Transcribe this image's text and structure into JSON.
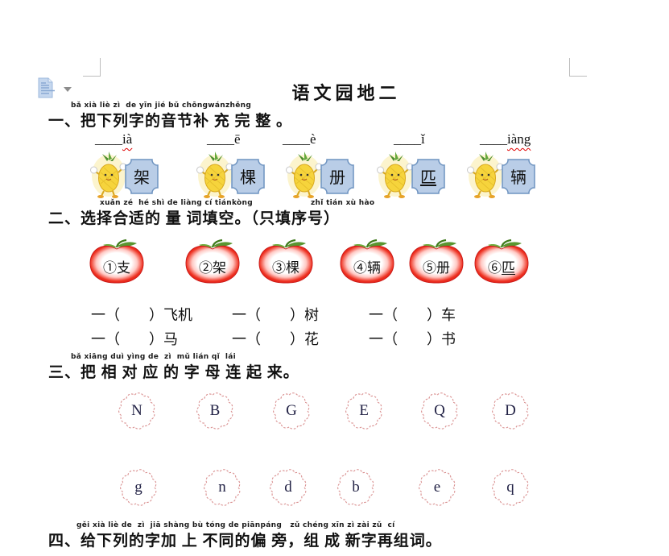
{
  "title": "语文园地二",
  "icons": {
    "paste_options": "paste-options-icon",
    "dropdown": "dropdown-arrow-icon",
    "mascot": "pineapple-mascot",
    "apple": "apple-frame",
    "flower": "flower-frame"
  },
  "colors": {
    "badge_blue": "#b9cde7",
    "badge_border": "#6e93c0",
    "apple_red": "#dd1410",
    "flower_pink": "#d98f8f",
    "squiggle_red": "#e00000",
    "mascot_yellow": "#f6d43c"
  },
  "section1": {
    "pinyin": "bǎ xià liè zì  de yīn jié bǔ chōngwánzhěng",
    "heading": "一、把下列字的音节补 充 完 整 。",
    "items": [
      {
        "line": "____",
        "pinyin": "ià",
        "char": "架"
      },
      {
        "line": "____",
        "pinyin": "ē",
        "char": "棵"
      },
      {
        "line": "____",
        "pinyin": "è",
        "char": "册"
      },
      {
        "line": "____",
        "pinyin": "ǐ",
        "char": "匹"
      },
      {
        "line": "____",
        "pinyin": "iàng",
        "char": "辆"
      }
    ]
  },
  "section2": {
    "pinyin_a": "xuǎn zé  hé shì de liàng cí tiánkòng",
    "pinyin_b": "zhǐ tián xù hào",
    "heading": "二、选择合适的 量 词填空。（只填序号）",
    "apples": [
      {
        "num": "①",
        "word": "支"
      },
      {
        "num": "②",
        "word": "架"
      },
      {
        "num": "③",
        "word": "棵"
      },
      {
        "num": "④",
        "word": "辆"
      },
      {
        "num": "⑤",
        "word": "册"
      },
      {
        "num": "⑥",
        "word": "匹"
      }
    ],
    "fill_rows": [
      {
        "c1": "一（　　）飞机",
        "c2": "一（　　）树",
        "c3": "一（　　）车"
      },
      {
        "c1": "一（　　）马",
        "c2": "一（　　）花",
        "c3": "一（　　）书"
      }
    ]
  },
  "section3": {
    "pinyin": "bǎ xiāng duì yìng de  zì  mǔ lián qǐ  lái",
    "heading": "三、把 相 对 应 的 字 母 连 起 来。",
    "uppercase": [
      "N",
      "B",
      "G",
      "E",
      "Q",
      "D"
    ],
    "lowercase": [
      "g",
      "n",
      "d",
      "b",
      "e",
      "q"
    ]
  },
  "section4": {
    "pinyin": "gěi xià liè de  zì  jiā shàng bù tóng de piānpáng   zǔ chéng xīn zì zài zǔ  cí",
    "heading": "四、给下列的字加 上 不同的偏 旁，组 成 新字再组词。"
  }
}
